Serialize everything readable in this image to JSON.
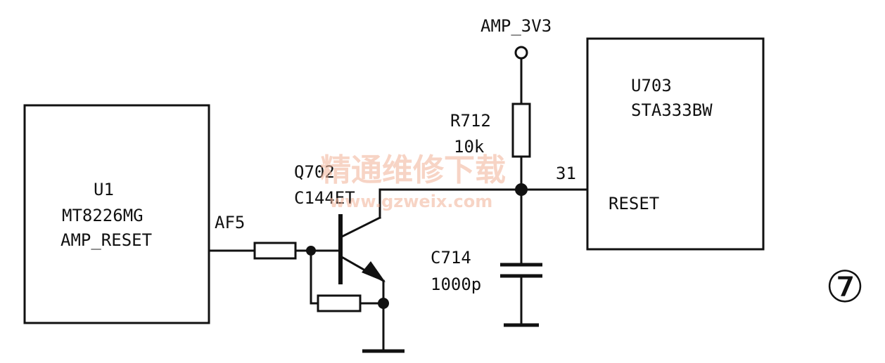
{
  "u1": {
    "ref": "U1",
    "part": "MT8226MG",
    "pin_name": "AMP_RESET",
    "pin_number": "AF5"
  },
  "u703": {
    "ref": "U703",
    "part": "STA333BW",
    "pin_name": "RESET",
    "pin_number": "31"
  },
  "q702": {
    "ref": "Q702",
    "part": "C144ET"
  },
  "r712": {
    "ref": "R712",
    "value": "10k"
  },
  "c714": {
    "ref": "C714",
    "value": "1000p"
  },
  "power_rail": "AMP_3V3",
  "figure_number": "⑦",
  "watermark": {
    "chinese": "精通维修下载",
    "url": "www.gzweix.com"
  }
}
